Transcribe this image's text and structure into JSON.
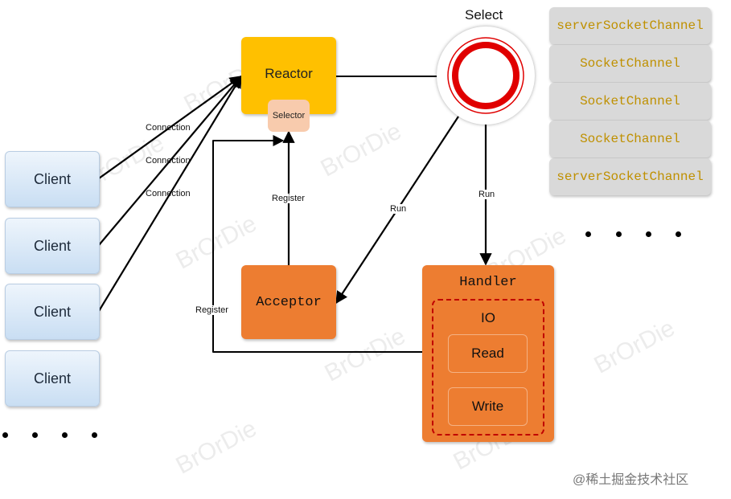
{
  "clients": [
    "Client",
    "Client",
    "Client",
    "Client"
  ],
  "reactor": {
    "label": "Reactor",
    "selector_label": "Selector"
  },
  "acceptor": {
    "label": "Acceptor"
  },
  "handler": {
    "label": "Handler",
    "io_label": "IO",
    "read_label": "Read",
    "write_label": "Write"
  },
  "select": {
    "label": "Select"
  },
  "channels": [
    "serverSocketChannel",
    "SocketChannel",
    "SocketChannel",
    "SocketChannel",
    "serverSocketChannel"
  ],
  "edges": {
    "connection_1": "Connection",
    "connection_2": "Connection",
    "connection_3": "Connection",
    "register_acceptor": "Register",
    "register_handler": "Register",
    "run_acceptor": "Run",
    "run_handler": "Run"
  },
  "watermark": "BrOrDie",
  "footer": "@稀土掘金技术社区",
  "colors": {
    "reactor": "#ffc000",
    "selector": "#f8cbad",
    "acceptor": "#ed7d31",
    "handler": "#ed7d31",
    "io_border": "#c00000",
    "channel_bg": "#d9d9d9",
    "channel_text": "#bf9000",
    "select_ring": "#e00000"
  }
}
